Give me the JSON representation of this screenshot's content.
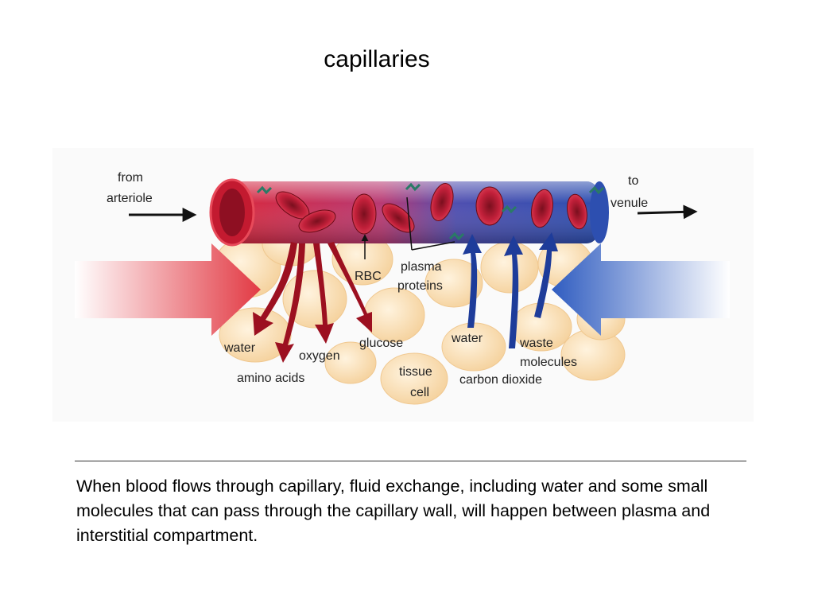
{
  "title": "capillaries",
  "diagram": {
    "labels": {
      "from": "from",
      "arteriole": "arteriole",
      "to": "to",
      "venule": "venule",
      "rbc": "RBC",
      "plasma": "plasma",
      "proteins": "proteins",
      "water_left": "water",
      "amino_acids": "amino acids",
      "oxygen": "oxygen",
      "glucose": "glucose",
      "tissue": "tissue",
      "cell": "cell",
      "water_right": "water",
      "carbon_dioxide": "carbon dioxide",
      "waste": "waste",
      "molecules": "molecules"
    },
    "colors": {
      "arterial": "#d0283a",
      "venous": "#2d4fb0",
      "tissue_cell": "#f8dcb0",
      "outward_arrow": "#9c1020",
      "inward_arrow": "#1e3c9a"
    }
  },
  "caption": "When blood flows through capillary, fluid exchange, including water and some small molecules that can pass through the capillary wall, will happen between plasma and interstitial compartment."
}
